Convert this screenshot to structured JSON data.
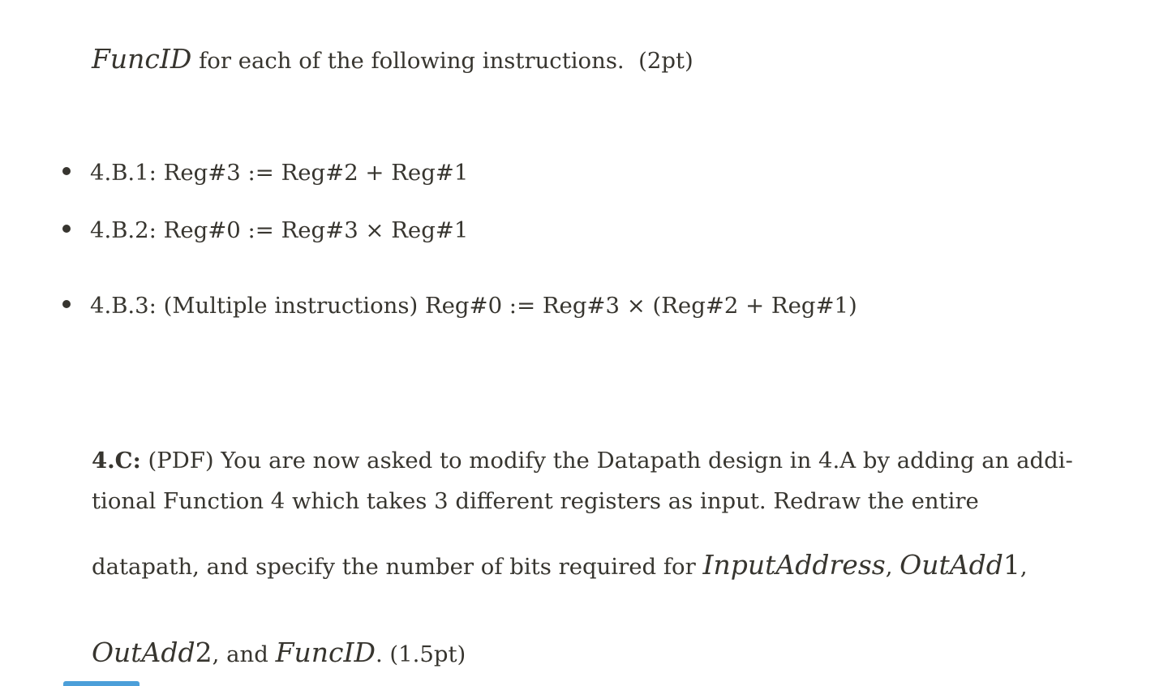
{
  "document": {
    "intro": {
      "math_funcid": "FuncID",
      "text_after": " for each of the following instructions.  (2pt)"
    },
    "bullets": [
      {
        "text": "4.B.1: Reg#3 := Reg#2 + Reg#1"
      },
      {
        "text": "4.B.2: Reg#0 := Reg#3 × Reg#1"
      },
      {
        "text": "4.B.3: (Multiple instructions) Reg#0 := Reg#3 × (Reg#2 + Reg#1)"
      }
    ],
    "section_c": {
      "label": "4.C:",
      "line1_rest": " (PDF) You are now asked to modify the Datapath design in 4.A by adding an addi-",
      "line2": "tional Function 4 which takes 3 different registers as input. Redraw the entire",
      "line3": {
        "plain": "datapath, and specify the number of bits required for ",
        "math1": "InputAddress",
        "sep": ", ",
        "math2_letters": "OutAdd",
        "math2_digit": "1",
        "end": ","
      },
      "line4": {
        "math1_letters": "OutAdd",
        "math1_digit": "2",
        "mid": ", and ",
        "math2": "FuncID",
        "end": ". (1.5pt)"
      }
    },
    "accent_color": "#4c9fd9"
  }
}
